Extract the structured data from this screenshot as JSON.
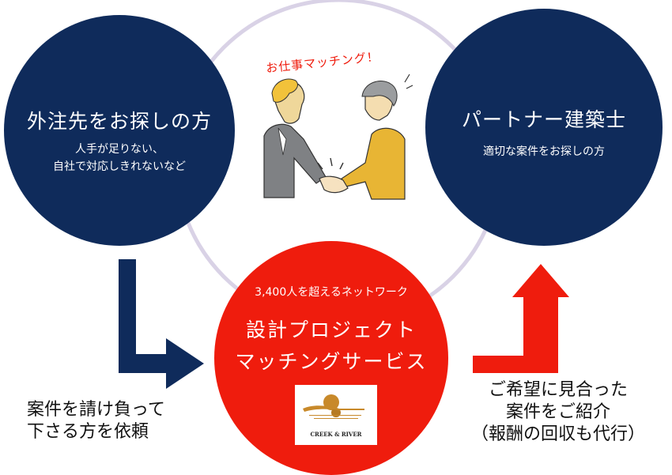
{
  "colors": {
    "navy": "#0f2b5b",
    "red": "#ef1c0d",
    "ring": "#d9d2e6"
  },
  "left_circle": {
    "title": "外注先をお探しの方",
    "sub_line1": "人手が足りない、",
    "sub_line2": "自社で対応しきれないなど"
  },
  "right_circle": {
    "title": "パートナー建築士",
    "sub": "適切な案件をお探しの方"
  },
  "center_circle": {
    "network": "3,400人を超えるネットワーク",
    "title_line1": "設計プロジェクト",
    "title_line2": "マッチングサービス",
    "logo_text": "CREEK & RIVER"
  },
  "matching_label": "お仕事マッチング！",
  "illustration": "handshake-illustration",
  "left_caption": {
    "line1": "案件を請け負って",
    "line2": "下さる方を依頼"
  },
  "right_caption": {
    "line1": "ご希望に見合った",
    "line2": "案件をご紹介",
    "line3": "（報酬の回収も代行）"
  }
}
